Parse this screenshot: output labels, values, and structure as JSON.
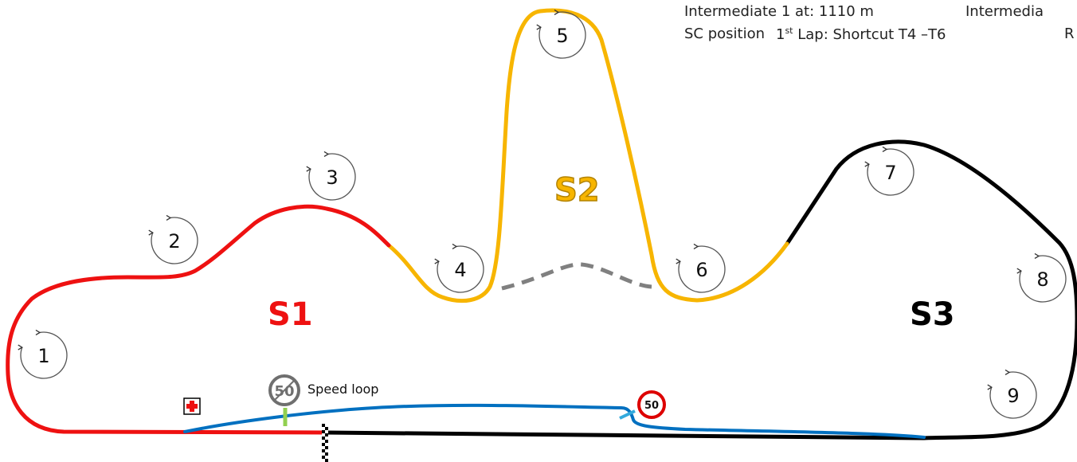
{
  "header": {
    "intermediate_1": "Intermediate 1 at: 1110 m",
    "intermediate_2_partial": "Intermedia",
    "sc_position_label": "SC position",
    "first_lap_prefix": "1",
    "first_lap_sup": "st",
    "first_lap_suffix": " Lap: Shortcut T4 –T6",
    "right_partial": "R"
  },
  "turns": [
    "1",
    "2",
    "3",
    "4",
    "5",
    "6",
    "7",
    "8",
    "9"
  ],
  "sectors": {
    "s1": {
      "label": "S1",
      "color": "#ee1111"
    },
    "s2": {
      "label": "S2",
      "color": "#f7b500"
    },
    "s3": {
      "label": "S3",
      "color": "#000000"
    }
  },
  "speed_loop": {
    "label": "Speed loop",
    "sign_start_value": "50",
    "sign_end_value": "50",
    "color": "#0070c0",
    "marker_color": "#92d050"
  },
  "colors": {
    "shortcut": "#808080",
    "medical": "#ee1111",
    "exit_marker": "#33aadd"
  }
}
